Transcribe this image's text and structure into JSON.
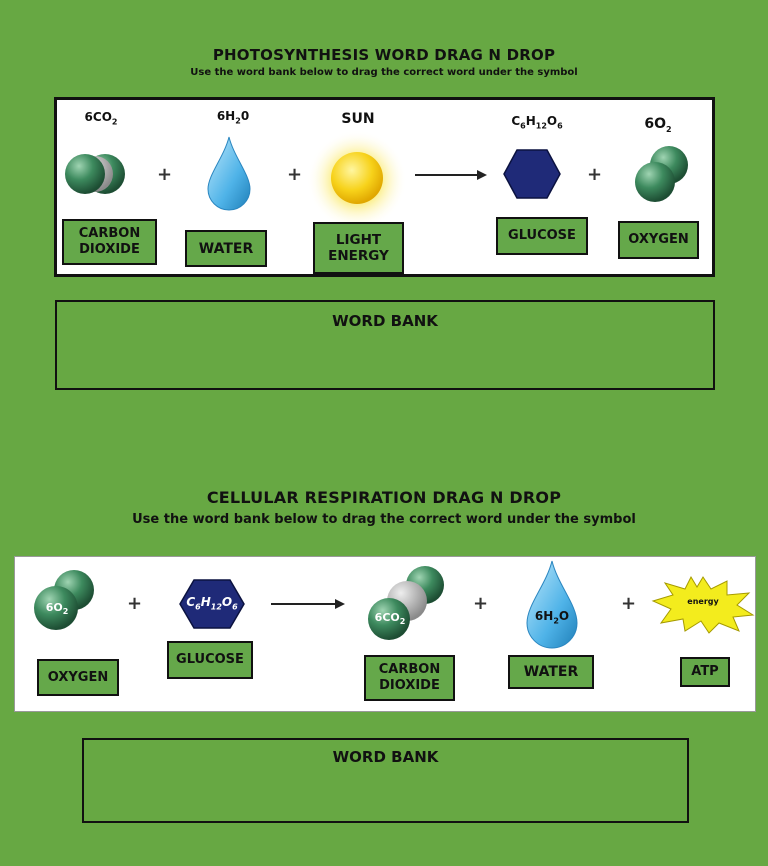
{
  "photosynthesis": {
    "title": "PHOTOSYNTHESIS WORD DRAG N DROP",
    "subtitle": "Use the word bank below to drag the correct word under the symbol",
    "formulas": {
      "co2_prefix": "6CO",
      "co2_sub": "2",
      "water_prefix": "6H",
      "water_sub": "2",
      "water_suffix": "0",
      "sun": "SUN",
      "glucose_c": "C",
      "glucose_c_sub": "6",
      "glucose_h": "H",
      "glucose_h_sub": "12",
      "glucose_o": "O",
      "glucose_o_sub": "6",
      "oxygen_prefix": "6O",
      "oxygen_sub": "2"
    },
    "plus": "+",
    "tiles": {
      "carbon_dioxide": "CARBON\nDIOXIDE",
      "water": "WATER",
      "light_energy": "LIGHT\nENERGY",
      "glucose": "GLUCOSE",
      "oxygen": "OXYGEN"
    },
    "word_bank": "WORD BANK"
  },
  "respiration": {
    "title": "CELLULAR RESPIRATION DRAG N DROP",
    "subtitle": "Use the word bank below to drag the correct word under the symbol",
    "icon_labels": {
      "oxygen_prefix": "6O",
      "oxygen_sub": "2",
      "glucose_c": "C",
      "glucose_c_sub": "6",
      "glucose_h": "H",
      "glucose_h_sub": "12",
      "glucose_o": "O",
      "glucose_o_sub": "6",
      "co2_prefix": "6CO",
      "co2_sub": "2",
      "water_prefix": "6H",
      "water_sub": "2",
      "water_suffix": "O",
      "energy": "energy"
    },
    "plus": "+",
    "tiles": {
      "oxygen": "OXYGEN",
      "glucose": "GLUCOSE",
      "carbon_dioxide": "CARBON\nDIOXIDE",
      "water": "WATER",
      "atp": "ATP"
    },
    "word_bank": "WORD BANK"
  },
  "colors": {
    "background": "#67a843",
    "tile": "#65a84a",
    "molecule_green": "#2e7d4f",
    "glucose_navy": "#1f2a78",
    "water_blue": "#4fb3e8",
    "sun_yellow": "#f7d21a"
  }
}
